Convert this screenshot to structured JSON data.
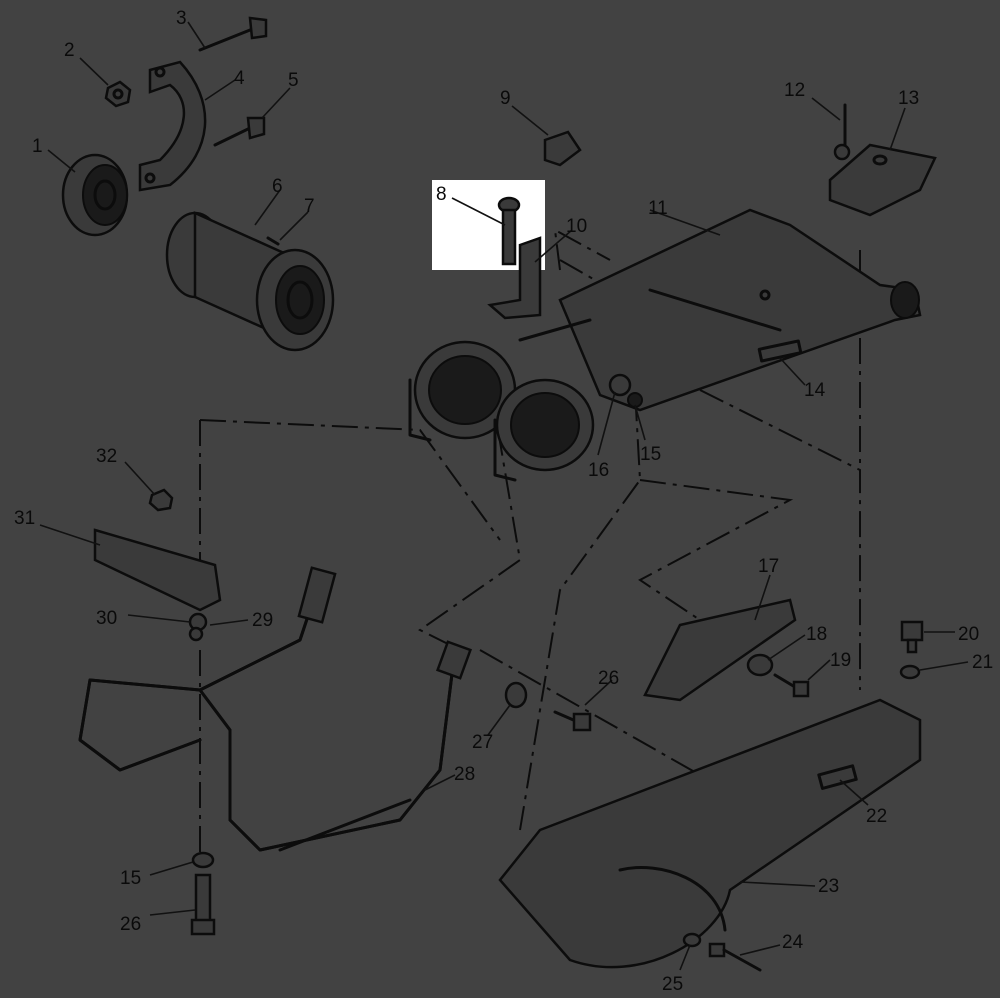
{
  "diagram": {
    "background": "#424242",
    "ink": "#0c0c0c",
    "highlight": "#ffffff",
    "highlighted_part": "8",
    "callouts": [
      {
        "id": "c1",
        "label": "1"
      },
      {
        "id": "c2",
        "label": "2"
      },
      {
        "id": "c3",
        "label": "3"
      },
      {
        "id": "c4",
        "label": "4"
      },
      {
        "id": "c5",
        "label": "5"
      },
      {
        "id": "c6",
        "label": "6"
      },
      {
        "id": "c7",
        "label": "7"
      },
      {
        "id": "c8",
        "label": "8"
      },
      {
        "id": "c9",
        "label": "9"
      },
      {
        "id": "c10",
        "label": "10"
      },
      {
        "id": "c11",
        "label": "11"
      },
      {
        "id": "c12",
        "label": "12"
      },
      {
        "id": "c13",
        "label": "13"
      },
      {
        "id": "c14",
        "label": "14"
      },
      {
        "id": "c15a",
        "label": "15"
      },
      {
        "id": "c16",
        "label": "16"
      },
      {
        "id": "c17",
        "label": "17"
      },
      {
        "id": "c18",
        "label": "18"
      },
      {
        "id": "c19",
        "label": "19"
      },
      {
        "id": "c20",
        "label": "20"
      },
      {
        "id": "c21",
        "label": "21"
      },
      {
        "id": "c22",
        "label": "22"
      },
      {
        "id": "c23",
        "label": "23"
      },
      {
        "id": "c24",
        "label": "24"
      },
      {
        "id": "c25",
        "label": "25"
      },
      {
        "id": "c26a",
        "label": "26"
      },
      {
        "id": "c27",
        "label": "27"
      },
      {
        "id": "c28",
        "label": "28"
      },
      {
        "id": "c29",
        "label": "29"
      },
      {
        "id": "c30",
        "label": "30"
      },
      {
        "id": "c31",
        "label": "31"
      },
      {
        "id": "c32",
        "label": "32"
      },
      {
        "id": "c15b",
        "label": "15"
      },
      {
        "id": "c26b",
        "label": "26"
      }
    ]
  }
}
